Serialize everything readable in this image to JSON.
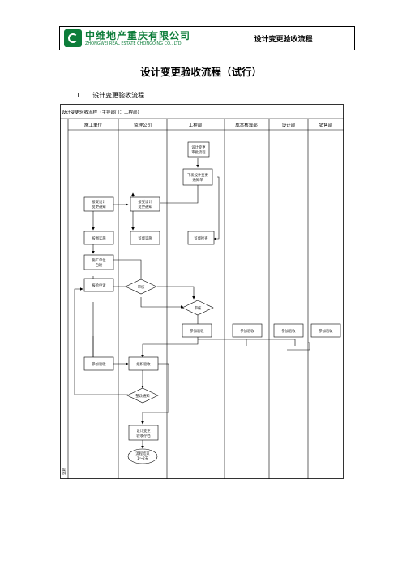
{
  "header": {
    "company_cn": "中维地产重庆有限公司",
    "company_en": "ZHONGWEI REAL ESTATE CHONGQING CO., LTD",
    "doc_name": "设计变更验收流程"
  },
  "title": "设计变更验收流程（试行）",
  "section": {
    "number": "1.",
    "text": "设计变更验收流程"
  },
  "flowchart": {
    "caption": "设计变更验收流程（主导部门：工程部）",
    "side_label": "流程",
    "lanes": [
      "施工单位",
      "监理公司",
      "工程部",
      "成本核算部",
      "设计部",
      "销售部"
    ],
    "nodes": {
      "n1": [
        "设计变更",
        "审批流程"
      ],
      "n2": [
        "下发设计变更",
        "通知单"
      ],
      "n3": [
        "接受设计",
        "变更通知"
      ],
      "n4": [
        "接受设计",
        "变更通知"
      ],
      "n5": "按图实施",
      "n6": "监督实施",
      "n7": "监督检查",
      "n8": [
        "施工单位",
        "自检"
      ],
      "n9": "报验申请",
      "n10": "审核",
      "n11": "审核",
      "n12": "参加验收",
      "n13": "参加验收",
      "n14": "参加验收",
      "n15": "参加验收",
      "n16": "参加验收",
      "n17": "组织验收",
      "n18": "整改通知",
      "n19": [
        "设计变更",
        "验收存档"
      ],
      "n20": [
        "流程结束",
        "1～2天"
      ]
    }
  }
}
